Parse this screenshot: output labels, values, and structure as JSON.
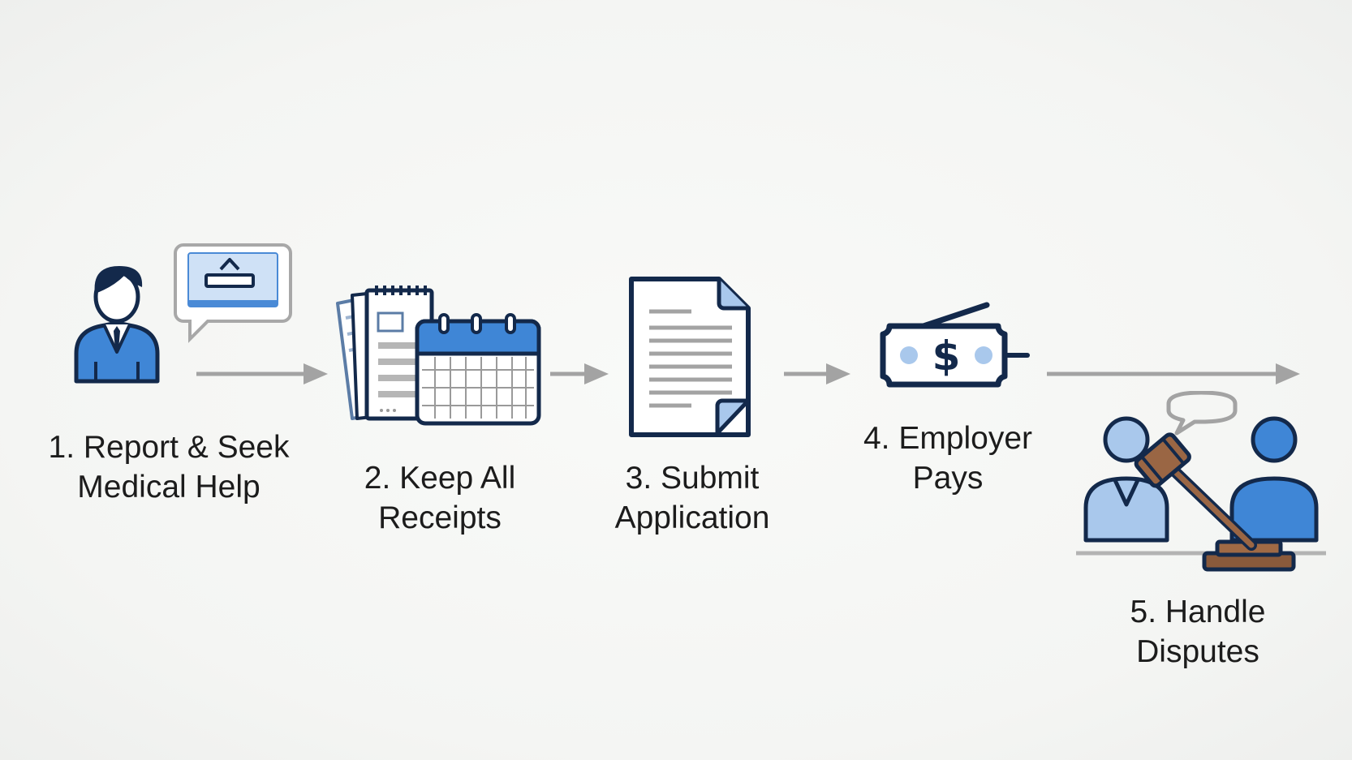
{
  "steps": [
    {
      "number": "1.",
      "line1": "1. Report & Seek",
      "line2": "Medical Help",
      "icon": "employee-reporting-icon"
    },
    {
      "number": "2.",
      "line1": "2. Keep All",
      "line2": "Receipts",
      "icon": "receipts-calendar-icon"
    },
    {
      "number": "3.",
      "line1": "3. Submit",
      "line2": "Application",
      "icon": "document-icon"
    },
    {
      "number": "4.",
      "line1": "4. Employer",
      "line2": "Pays",
      "icon": "money-bill-icon"
    },
    {
      "number": "5.",
      "line1": "5. Handle",
      "line2": "Disputes",
      "icon": "dispute-gavel-icon"
    }
  ],
  "colors": {
    "navy": "#13294b",
    "blue": "#3f86d6",
    "light_blue": "#a9c8ec",
    "pale_blue": "#dbe8f7",
    "grey": "#a3a3a3",
    "brown": "#8a5a3b",
    "text": "#1c1c1c"
  }
}
